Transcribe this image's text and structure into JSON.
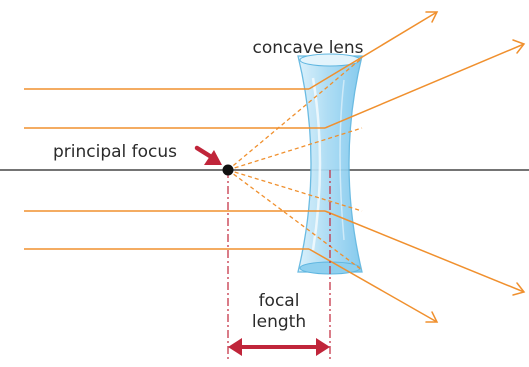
{
  "labels": {
    "lens": "concave lens",
    "focus": "principal focus",
    "focal_line1": "focal",
    "focal_line2": "length"
  },
  "colors": {
    "ray": "#f0902e",
    "axis": "#222222",
    "arrow": "#c0253a",
    "guide": "#c0253a",
    "lens_fill": "#a9dbf4",
    "lens_edge": "#5fb6e0",
    "focus_dot": "#111111",
    "text": "#2b2b2b"
  }
}
